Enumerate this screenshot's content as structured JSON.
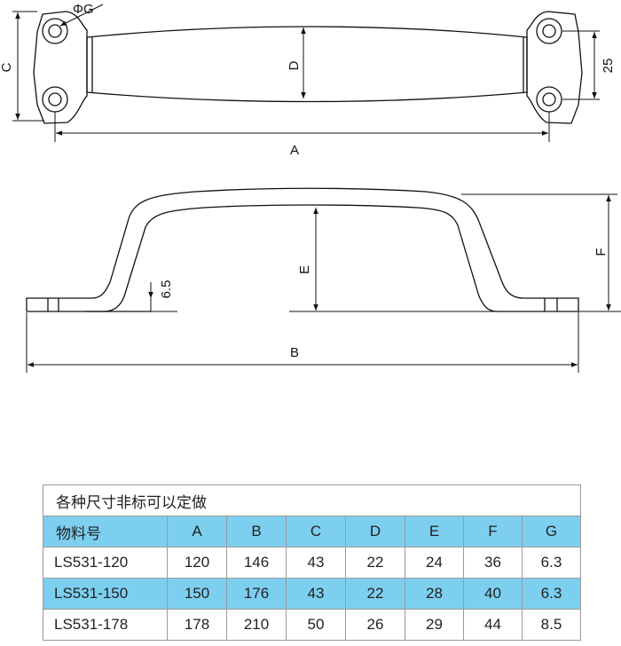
{
  "labels": {
    "phi_g": "ΦG",
    "c": "C",
    "d": "D",
    "a": "A",
    "dim_25": "25",
    "e": "E",
    "f": "F",
    "b": "B",
    "dim_6_5": "6.5"
  },
  "table": {
    "caption": "各种尺寸非标可以定做",
    "headers": [
      "物料号",
      "A",
      "B",
      "C",
      "D",
      "E",
      "F",
      "G"
    ],
    "rows": [
      [
        "LS531-120",
        "120",
        "146",
        "43",
        "22",
        "24",
        "36",
        "6.3"
      ],
      [
        "LS531-150",
        "150",
        "176",
        "43",
        "22",
        "28",
        "40",
        "6.3"
      ],
      [
        "LS531-178",
        "178",
        "210",
        "50",
        "26",
        "29",
        "44",
        "8.5"
      ]
    ]
  }
}
